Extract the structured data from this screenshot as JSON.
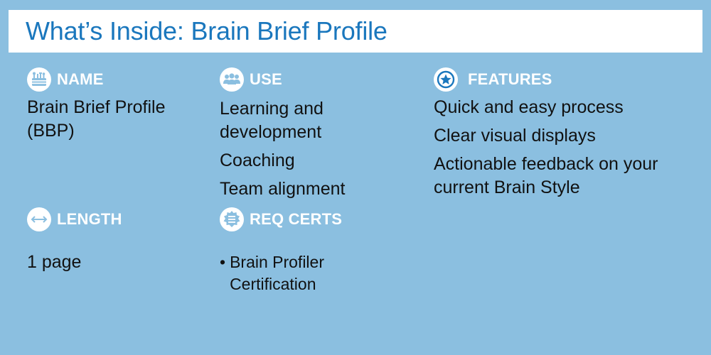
{
  "title": "What’s Inside: Brain Brief Profile",
  "colors": {
    "background": "#8bbfe0",
    "title_text": "#1a77bd",
    "label_text": "#ffffff",
    "body_text": "#111111"
  },
  "name": {
    "label": "NAME",
    "icon": "toolbox-icon",
    "value": "Brain Brief Profile (BBP)"
  },
  "use": {
    "label": "USE",
    "icon": "group-icon",
    "items": [
      "Learning and development",
      "Coaching",
      "Team alignment"
    ]
  },
  "features": {
    "label": "FEATURES",
    "icon": "star-badge-icon",
    "items": [
      "Quick and easy process",
      "Clear visual displays",
      "Actionable feedback on your current Brain Style"
    ]
  },
  "length": {
    "label": "LENGTH",
    "icon": "double-arrow-icon",
    "value": "1 page"
  },
  "req_certs": {
    "label": "REQ CERTS",
    "icon": "certificate-seal-icon",
    "bullet": "•",
    "items": [
      "Brain Profiler Certification"
    ]
  }
}
